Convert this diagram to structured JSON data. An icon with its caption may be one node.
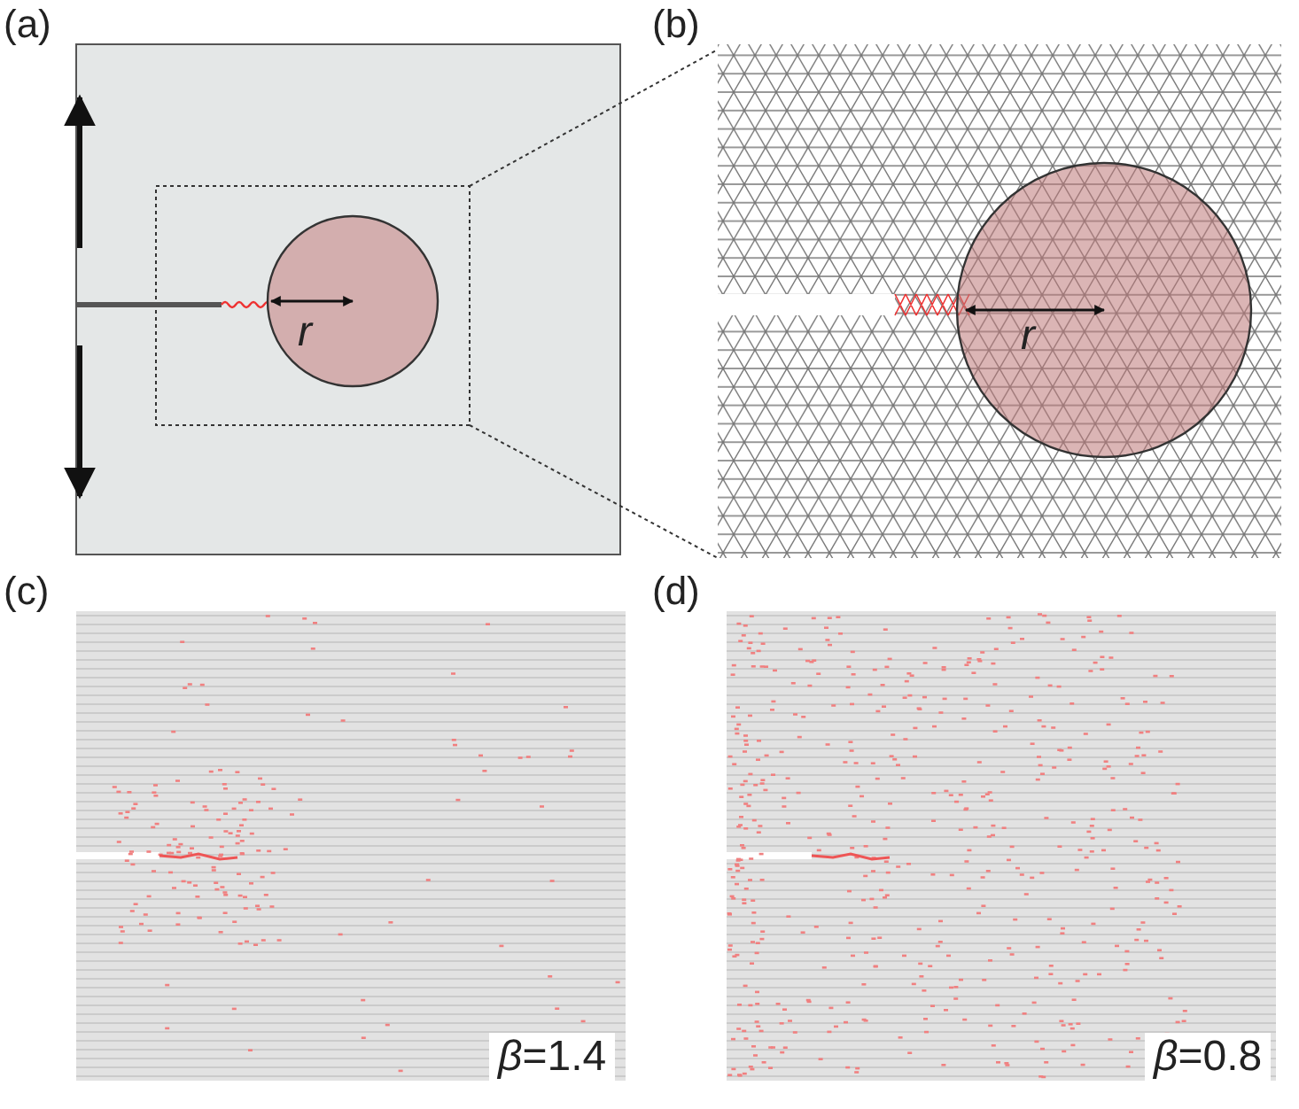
{
  "diagram": {
    "labels": [
      "(a)",
      "(b)",
      "r",
      "r",
      "(c)",
      "(d)",
      "*β*=1.4",
      "*β*=0.8"
    ]
  }
}
